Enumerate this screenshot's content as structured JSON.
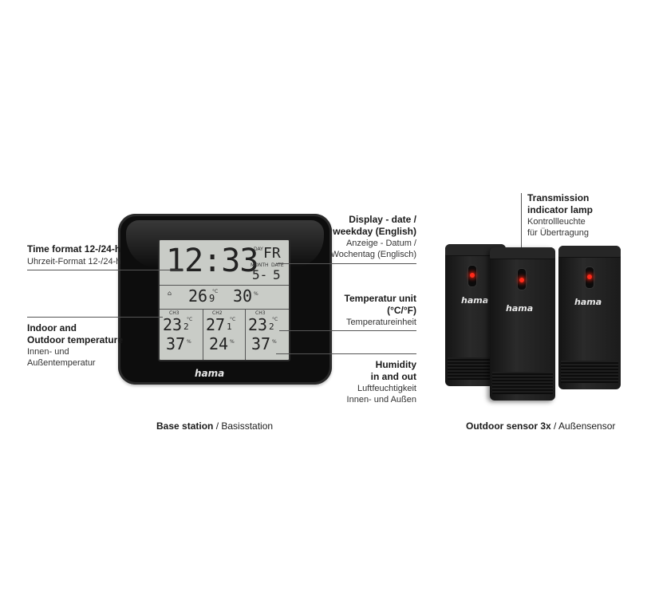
{
  "station": {
    "logo": "hama",
    "time": "12:33",
    "weekday_label": "DAY",
    "weekday": "FR",
    "month_label": "MONTH",
    "date_label": "DATE",
    "month": "5-",
    "date": "5",
    "indoor_temp": "26",
    "indoor_temp_dec": "9",
    "indoor_temp_unit": "°C",
    "indoor_hum": "30",
    "channels": [
      {
        "ch": "CH3",
        "temp": "23",
        "dec": "2",
        "unit": "°C",
        "hum": "37"
      },
      {
        "ch": "CH2",
        "temp": "27",
        "dec": "1",
        "unit": "°C",
        "hum": "24"
      },
      {
        "ch": "CH3",
        "temp": "23",
        "dec": "2",
        "unit": "°C",
        "hum": "37"
      }
    ],
    "hum_unit": "%"
  },
  "callouts": {
    "time_format": {
      "title": "Time format 12-/24-h",
      "sub": "Uhrzeit-Format 12-/24-h"
    },
    "indoor_outdoor": {
      "title1": "Indoor and",
      "title2": "Outdoor temperature",
      "sub1": "Innen- und",
      "sub2": "Außentemperatur"
    },
    "display": {
      "title1": "Display - date /",
      "title2": "weekday (English)",
      "sub1": "Anzeige - Datum /",
      "sub2": "Wochentag (Englisch)"
    },
    "temp_unit": {
      "title1": "Temperatur unit",
      "title2": "(°C/°F)",
      "sub": "Temperatureinheit"
    },
    "humidity": {
      "title1": "Humidity",
      "title2": "in and out",
      "sub1": "Luftfeuchtigkeit",
      "sub2": "Innen- und Außen"
    },
    "transmission": {
      "title1": "Transmission",
      "title2": "indicator lamp",
      "sub1": "Kontrollleuchte",
      "sub2": "für Übertragung"
    }
  },
  "captions": {
    "base_bold": "Base station",
    "base_sep": " / ",
    "base_normal": "Basisstation",
    "sensor_bold": "Outdoor sensor 3x",
    "sensor_sep": " / ",
    "sensor_normal": "Außensensor"
  },
  "sensors": {
    "logo": "hama",
    "count": 3
  }
}
